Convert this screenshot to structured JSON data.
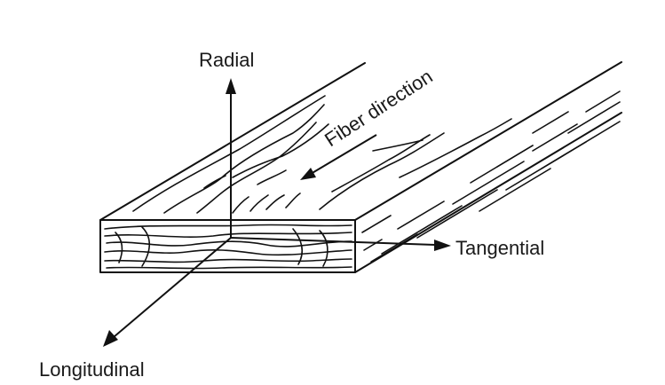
{
  "labels": {
    "radial": "Radial",
    "tangential": "Tangential",
    "longitudinal": "Longitudinal",
    "fiber_direction": "Fiber direction"
  },
  "colors": {
    "ink": "#111111",
    "background": "#ffffff"
  }
}
